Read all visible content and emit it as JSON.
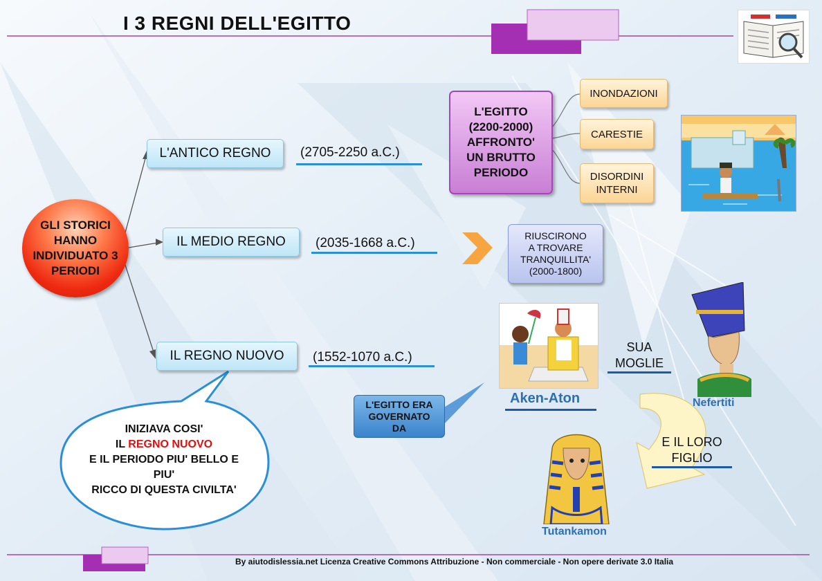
{
  "title": "I 3 REGNI DELL'EGITTO",
  "center": {
    "line1": "GLI STORICI",
    "line2": "HANNO",
    "line3": "INDIVIDUATO 3",
    "line4": "PERIODI"
  },
  "periods": [
    {
      "name": "L'ANTICO REGNO",
      "dates": "(2705-2250  a.C.)"
    },
    {
      "name": "IL MEDIO REGNO",
      "dates": "(2035-1668  a.C.)"
    },
    {
      "name": "IL REGNO NUOVO",
      "dates": "(1552-1070 a.C.)"
    }
  ],
  "crisis": {
    "line1": "L'EGITTO",
    "line2": "(2200-2000)",
    "line3": "AFFRONTO'",
    "line4": "UN BRUTTO",
    "line5": "PERIODO"
  },
  "causes": {
    "c1": "INONDAZIONI",
    "c2": "CARESTIE",
    "c3a": "DISORDINI",
    "c3b": "INTERNI"
  },
  "calm": {
    "line1": "RIUSCIRONO",
    "line2": "A TROVARE",
    "line3": "TRANQUILLITA'",
    "line4": "(2000-1800)"
  },
  "cloud": {
    "line1": "INIZIAVA COSI'",
    "line2a": "IL ",
    "line2b": "REGNO NUOVO",
    "line3": "E IL PERIODO PIU' BELLO E",
    "line4": "PIU'",
    "line5": "RICCO DI QUESTA CIVILTA'"
  },
  "governed": {
    "line1": "L'EGITTO ERA",
    "line2": "GOVERNATO",
    "line3": "DA"
  },
  "people": {
    "akenaton": "Aken-Aton",
    "nefertiti": "Nefertiti",
    "tutankamon": "Tutankamon"
  },
  "wife": {
    "line1": "SUA",
    "line2": "MOGLIE"
  },
  "son": {
    "line1": "E IL LORO",
    "line2": "FIGLIO"
  },
  "footer": "By aiutodislessia.net Licenza Creative Commons Attribuzione - Non commerciale - Non opere derivate 3.0 Italia",
  "colors": {
    "accent_purple": "#a52fb3",
    "lilac": "#e7c2ec",
    "underline_blue": "#2a8fd6"
  }
}
